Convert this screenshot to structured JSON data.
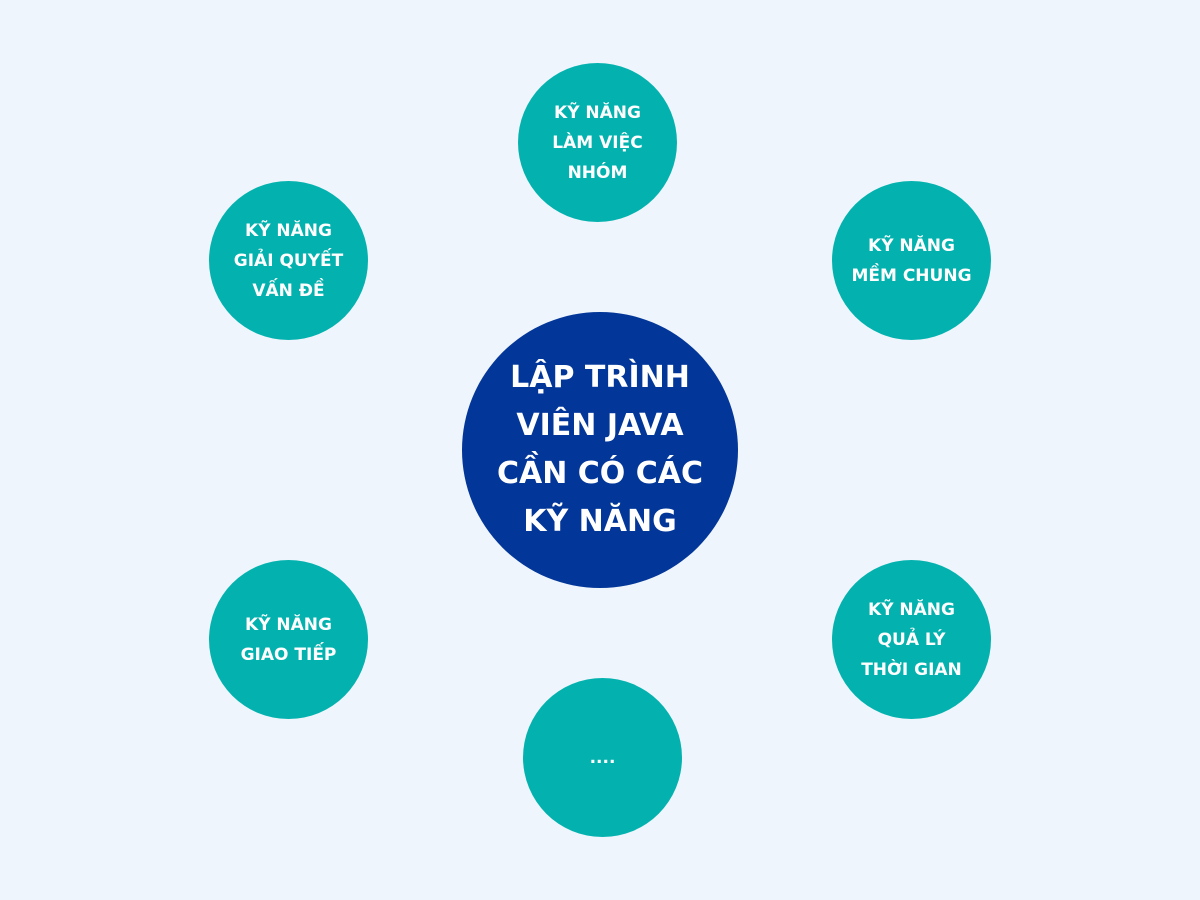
{
  "colors": {
    "background": "#eff5fc",
    "center": "#023698",
    "satellite": "#03b2ae",
    "text": "#ffffff"
  },
  "center": {
    "lines": [
      "LẬP TRÌNH",
      "VIÊN JAVA",
      "CẦN CÓ CÁC",
      "KỸ NĂNG"
    ]
  },
  "skills": [
    {
      "id": "teamwork",
      "lines": [
        "KỸ NĂNG",
        "LÀM VIỆC",
        "NHÓM"
      ]
    },
    {
      "id": "soft-skills",
      "lines": [
        "KỸ NĂNG",
        "MỀM CHUNG"
      ]
    },
    {
      "id": "time-management",
      "lines": [
        "KỸ NĂNG",
        "QUẢ LÝ",
        "THỜI GIAN"
      ]
    },
    {
      "id": "more",
      "lines": [
        "...."
      ]
    },
    {
      "id": "communication",
      "lines": [
        "KỸ NĂNG",
        "GIAO TIẾP"
      ]
    },
    {
      "id": "problem-solving",
      "lines": [
        "KỸ NĂNG",
        "GIẢI QUYẾT",
        "VẤN ĐỀ"
      ]
    }
  ]
}
